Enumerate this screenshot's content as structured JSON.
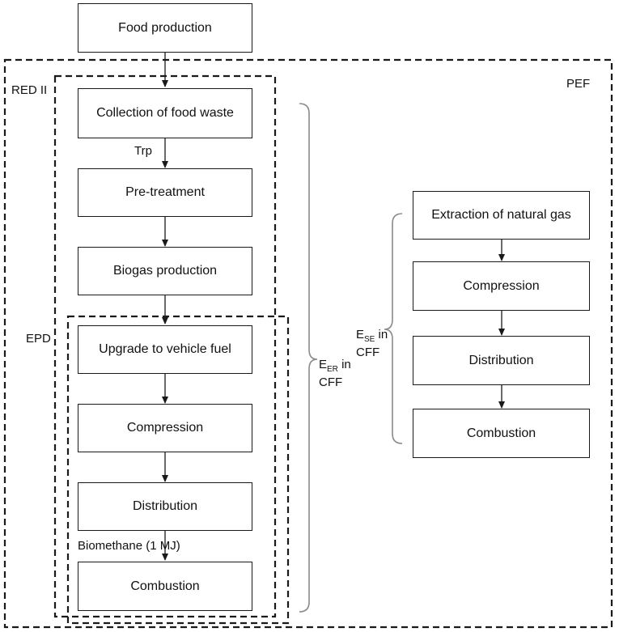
{
  "boundaries": {
    "pef": "PEF",
    "red_ii": "RED II",
    "epd": "EPD"
  },
  "biogas_chain": {
    "food_production": "Food production",
    "collection": "Collection of food waste",
    "trp": "Trp",
    "pretreatment": "Pre-treatment",
    "biogas_production": "Biogas production",
    "upgrade": "Upgrade to vehicle fuel",
    "compression": "Compression",
    "distribution": "Distribution",
    "biomethane": "Biomethane (1 MJ)",
    "combustion": "Combustion"
  },
  "natural_gas_chain": {
    "extraction": "Extraction of natural gas",
    "compression": "Compression",
    "distribution": "Distribution",
    "combustion": "Combustion"
  },
  "brace_labels": {
    "eer_main": "E",
    "eer_sub": "ER",
    "eer_suffix": " in",
    "eer_cff": "CFF",
    "ese_main": "E",
    "ese_sub": "SE",
    "ese_suffix": " in",
    "ese_cff": "CFF"
  }
}
